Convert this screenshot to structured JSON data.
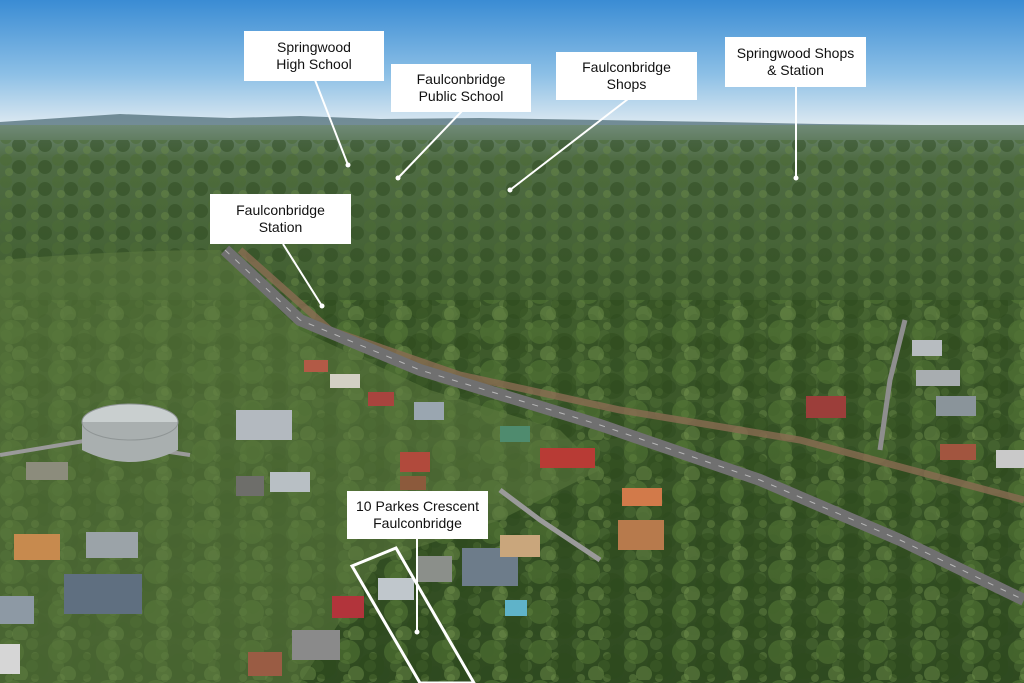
{
  "photo": {
    "subject": "Aerial photograph of a property and its surroundings",
    "colors": {
      "sky_top": "#3d8fd6",
      "sky_horizon": "#dbe9f3",
      "forest": "#3d5a2a",
      "highway": "#6b6b6b",
      "callout_bg": "#ffffff",
      "callout_text": "#111111",
      "boundary": "#ffffff"
    }
  },
  "callouts": {
    "high_school": {
      "line1": "Springwood",
      "line2": "High School"
    },
    "public_school": {
      "line1": "Faulconbridge",
      "line2": "Public School"
    },
    "shops": {
      "line1": "Faulconbridge",
      "line2": "Shops"
    },
    "springwood_shops": {
      "line1": "Springwood Shops",
      "line2": "& Station"
    },
    "station": {
      "line1": "Faulconbridge",
      "line2": "Station"
    },
    "property": {
      "line1": "10 Parkes Crescent",
      "line2": "Faulconbridge"
    }
  }
}
